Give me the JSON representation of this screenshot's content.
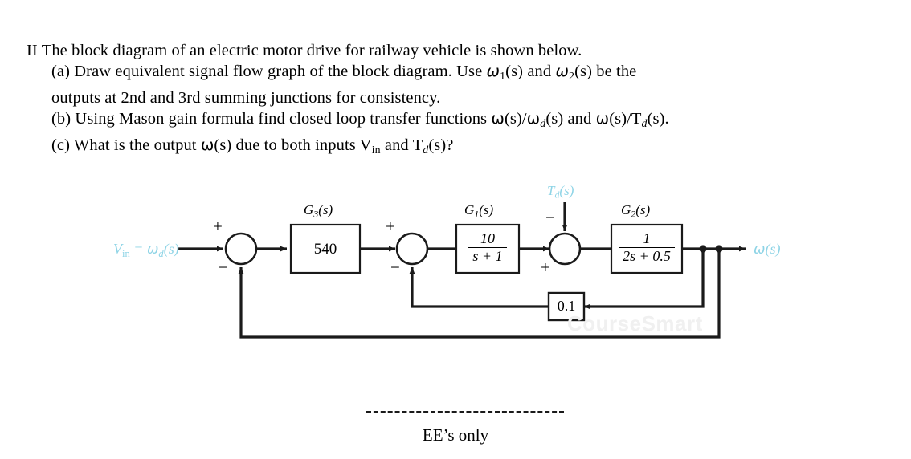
{
  "problem": {
    "lines": [
      {
        "id": "intro",
        "indent": false,
        "text": "II The block diagram of an electric motor drive for railway vehicle is shown below."
      },
      {
        "id": "part-a-1",
        "indent": true,
        "text": "(a) Draw equivalent signal flow graph of the block diagram. Use ω1(s) and ω2(s) be the"
      },
      {
        "id": "part-a-2",
        "indent": true,
        "text": "outputs at 2nd and 3rd summing junctions for consistency."
      },
      {
        "id": "part-b",
        "indent": true,
        "text": "(b) Using Mason gain formula find closed loop transfer functions ω(s)/ωd(s) and ω(s)/Td(s)."
      },
      {
        "id": "part-c",
        "indent": true,
        "text": "(c) What is the output ω(s) due to both inputs Vin and Td(s)?"
      }
    ]
  },
  "diagram": {
    "input_label": "Vin = ωd(s)",
    "output_label": "ω(s)",
    "disturbance_label": "Td(s)",
    "accent_color": "#8ed4e6",
    "line_color": "#1a1a1a",
    "blocks": [
      {
        "id": "G3",
        "name": "G3(s)",
        "value": "540",
        "numerator": "",
        "denominator": ""
      },
      {
        "id": "G1",
        "name": "G1(s)",
        "value": "",
        "numerator": "10",
        "denominator": "s + 1"
      },
      {
        "id": "G2",
        "name": "G2(s)",
        "value": "",
        "numerator": "1",
        "denominator": "2s + 0.5"
      },
      {
        "id": "H",
        "name": "",
        "value": "0.1",
        "numerator": "",
        "denominator": ""
      }
    ],
    "summing_junctions": [
      {
        "id": "sum1",
        "plus": "+",
        "minus": "−"
      },
      {
        "id": "sum2",
        "plus": "+",
        "minus": "−"
      },
      {
        "id": "sum3",
        "plus": "+",
        "minus": "−"
      }
    ],
    "watermark": "CourseSmart"
  },
  "footer": {
    "note": "EE’s only"
  }
}
